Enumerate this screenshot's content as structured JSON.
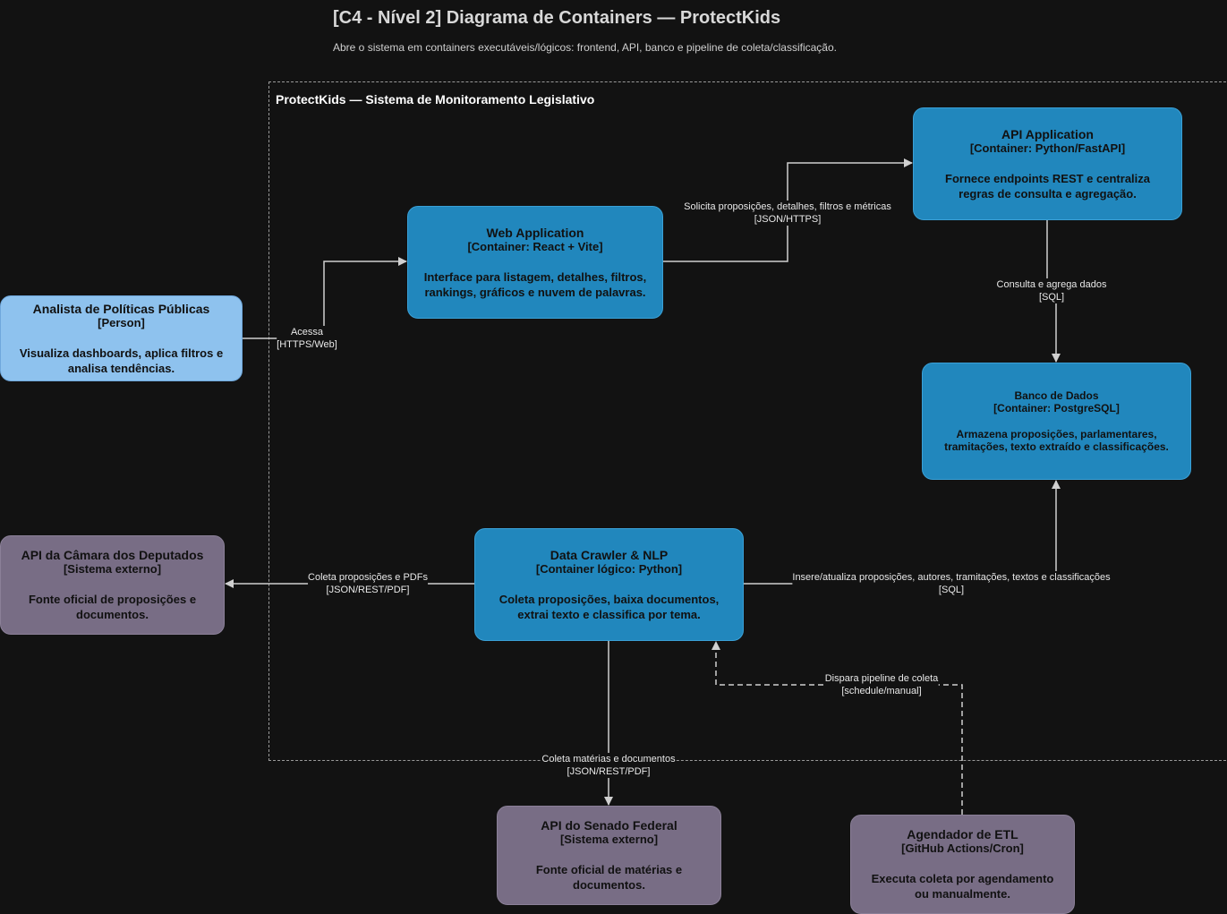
{
  "header": {
    "title": "[C4 - Nível 2] Diagrama de Containers — ProtectKids",
    "subtitle": "Abre o sistema em containers executáveis/lógicos: frontend, API, banco e pipeline de coleta/classificação."
  },
  "boundary": {
    "label": "ProtectKids — Sistema de Monitoramento Legislativo"
  },
  "nodes": {
    "analyst": {
      "title": "Analista de Políticas Públicas",
      "type": "[Person]",
      "desc": "Visualiza dashboards, aplica filtros e analisa tendências."
    },
    "web_app": {
      "title": "Web Application",
      "type": "[Container: React + Vite]",
      "desc": "Interface para listagem, detalhes, filtros, rankings, gráficos e nuvem de palavras."
    },
    "api_app": {
      "title": "API Application",
      "type": "[Container: Python/FastAPI]",
      "desc": "Fornece endpoints REST e centraliza regras de consulta e agregação."
    },
    "database": {
      "title": "Banco de Dados",
      "type": "[Container: PostgreSQL]",
      "desc": "Armazena proposições, parlamentares, tramitações, texto extraído e classificações."
    },
    "crawler": {
      "title": "Data Crawler & NLP",
      "type": "[Container lógico: Python]",
      "desc": "Coleta proposições, baixa documentos, extrai texto e classifica por tema."
    },
    "camara": {
      "title": "API da Câmara dos Deputados",
      "type": "[Sistema externo]",
      "desc": "Fonte oficial de proposições e documentos."
    },
    "senado": {
      "title": "API do Senado Federal",
      "type": "[Sistema externo]",
      "desc": "Fonte oficial de matérias e documentos."
    },
    "scheduler": {
      "title": "Agendador de ETL",
      "type": "[GitHub Actions/Cron]",
      "desc": "Executa coleta por agendamento ou manualmente."
    }
  },
  "edges": {
    "acessa": {
      "label": "Acessa",
      "tech": "[HTTPS/Web]"
    },
    "solicita": {
      "label": "Solicita proposições, detalhes, filtros e métricas",
      "tech": "[JSON/HTTPS]"
    },
    "consulta": {
      "label": "Consulta e agrega dados",
      "tech": "[SQL]"
    },
    "insere": {
      "label": "Insere/atualiza proposições, autores, tramitações, textos e classificações",
      "tech": "[SQL]"
    },
    "coleta_camara": {
      "label": "Coleta proposições e PDFs",
      "tech": "[JSON/REST/PDF]"
    },
    "coleta_senado": {
      "label": "Coleta matérias e documentos",
      "tech": "[JSON/REST/PDF]"
    },
    "dispara": {
      "label": "Dispara pipeline de coleta",
      "tech": "[schedule/manual]"
    }
  },
  "colors": {
    "background": "#121212",
    "person": "#8ec2ee",
    "container": "#2187bd",
    "external": "#786d85",
    "edge": "#d0d0d0"
  }
}
